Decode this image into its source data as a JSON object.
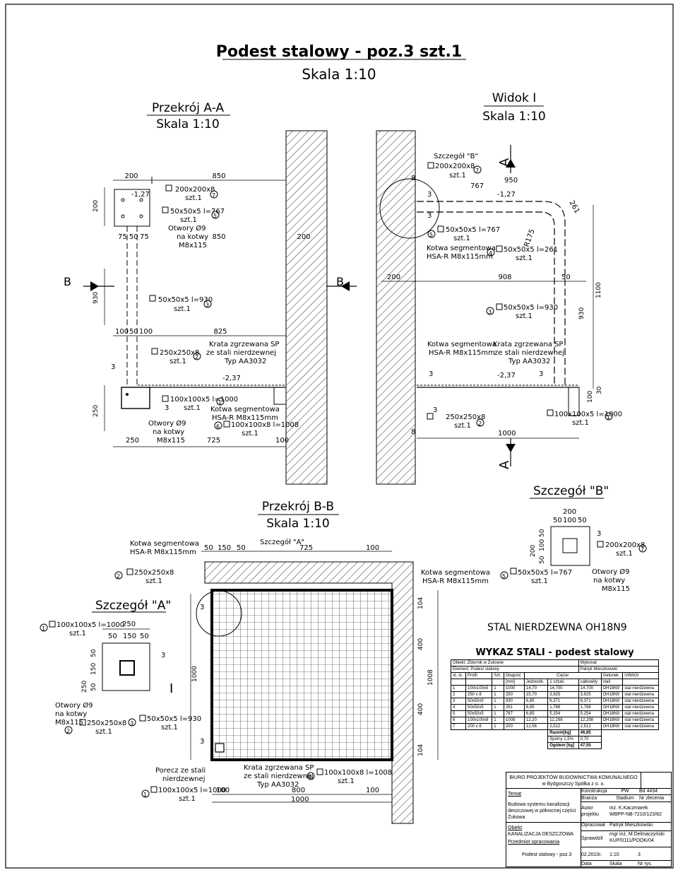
{
  "title": {
    "main": "Podest stalowy - poz.3 szt.1",
    "scale": "Skala 1:10"
  },
  "section_aa": {
    "title": "Przekrój A-A",
    "scale": "Skala 1:10"
  },
  "view_i": {
    "title": "Widok I",
    "scale": "Skala 1:10"
  },
  "section_bb": {
    "title": "Przekrój B-B",
    "scale": "Skala 1:10"
  },
  "detail_a": {
    "title": "Szczegół \"A\""
  },
  "detail_b": {
    "title": "Szczegół \"B\""
  },
  "material": "STAL NIERDZEWNA OH18N9",
  "labels": {
    "p200x200x8": "200x200x8",
    "szt1": "szt.1",
    "p50x767": "50x50x5 l=767",
    "otwory": "Otwory Ø9",
    "na_kotwy": "na kotwy",
    "m8x115": "M8x115",
    "p50x930": "50x50x5 l=930",
    "p250x250x8": "250x250x8",
    "krata1": "Krata zgrzewana SP",
    "krata2": "ze stali nierdzewnej",
    "krata3": "Typ AA3032",
    "p100x1000": "100x100x5 l=1000",
    "kotwa1": "Kotwa segmentowa",
    "kotwa2": "HSA-R M8x115mm",
    "p100x1008": "100x100x8 l=1008",
    "p50x261": "50x50x5 l=261",
    "szczegol_b": "Szczegół \"B\"",
    "szczegol_a": "Szczegół \"A\"",
    "porecz1": "Porecz ze stali",
    "porecz2": "nierdzewnej",
    "lvl127": "-1,27",
    "lvl237": "-2,37",
    "r175": "R175",
    "d261": "261"
  },
  "dims": {
    "d200": "200",
    "d850": "850",
    "d75": "75",
    "d50": "50",
    "d930": "930",
    "d100": "100",
    "d825": "825",
    "d250": "250",
    "d725": "725",
    "d950": "950",
    "d767": "767",
    "d908": "908",
    "d1100": "1100",
    "d1000": "1000",
    "d150": "150",
    "d104": "104",
    "d400": "400",
    "d1008": "1008",
    "d800": "800",
    "d30": "30"
  },
  "marks": {
    "m1": "1",
    "m2": "2",
    "m3": "3",
    "m4": "4",
    "m5": "5",
    "m6": "6",
    "m7": "7",
    "m8": "8",
    "A": "A",
    "B": "B",
    "I": "I"
  },
  "wykaz": {
    "title": "WYKAZ STALI - podest stalowy",
    "obiekt": "Obiekt: Zbiornik w Żukowie",
    "element": "Element: Podest stalowy",
    "wykonal": "Wykonał",
    "wykonal_name": "Patryk Mieszkowski",
    "headers": [
      "st. st.",
      "Profil",
      "Szt.",
      "Długość",
      "Ciężar",
      "Gatunek",
      "UWAGI"
    ],
    "subheaders": [
      "[mm]",
      "Jednostk.",
      "1 sztuki",
      "całkowity",
      "stali"
    ],
    "rows": [
      [
        "1",
        "100x100x5",
        "1",
        "1000",
        "14,70",
        "14,700",
        "14,700",
        "OH18N9",
        "stal nierdzewna"
      ],
      [
        "2",
        "250 x 8",
        "1",
        "250",
        "15,70",
        "3,925",
        "3,925",
        "OH18N9",
        "stal nierdzewna"
      ],
      [
        "3",
        "50x50x5",
        "1",
        "930",
        "6,85",
        "6,371",
        "6,371",
        "OH18N9",
        "stal nierdzewna"
      ],
      [
        "4",
        "50x50x5",
        "1",
        "261",
        "6,85",
        "1,788",
        "1,788",
        "OH18N9",
        "stal nierdzewna"
      ],
      [
        "5",
        "50x50x5",
        "1",
        "767",
        "6,85",
        "5,254",
        "5,254",
        "OH18N9",
        "stal nierdzewna"
      ],
      [
        "6",
        "100x100x8",
        "1",
        "1008",
        "12,20",
        "12,298",
        "12,298",
        "OH18N9",
        "stal nierdzewna"
      ],
      [
        "7",
        "200 x 8",
        "1",
        "200",
        "12,56",
        "2,512",
        "2,512",
        "OH18N9",
        "stal nierdzewna"
      ]
    ],
    "razem_label": "Razem[kg]",
    "razem": "46,85",
    "spoiny_label": "Spoiny 1,5%",
    "spoiny": "0,70",
    "ogolem_label": "Ogółem [kg]",
    "ogolem": "47,55"
  },
  "titleblock": {
    "biuro1": "BIURO PROJEKTÓW BUDOWNICTWA KOMUNALNEGO",
    "biuro2": "w Bydgoszczy Spółka z o. o.",
    "temat_label": "Temat",
    "temat": "Budowa systemu kanalizacji deszczowej w północnej części Żukowa",
    "konstrukcja": "Konstrukcja",
    "pw": "PW",
    "bd": "Bd 4434",
    "branza": "Branża",
    "stadium": "Stadium",
    "nr_zlecenia": "Nr zlecenia",
    "autor": "Autor projektu",
    "autor_name": "inż. K.Kaczmarek",
    "autor_nr": "WBPP-NB-7210/123/82",
    "obiekt_label": "Obiekt",
    "obiekt": "KANALIZACJA DESZCZOWA",
    "opracowal": "Opracował",
    "opracowal_name": "Patryk Mieszkowski",
    "sprawdzil": "Sprawdził",
    "sprawdzil_name": "mgr inż. M.Delmaczyński",
    "sprawdzil_nr": "KUP/0111/POOK/04",
    "przedmiot_label": "Przedmiot opracowania",
    "przedmiot": "Podest stalowy - poz.3",
    "data": "02.2010r.",
    "skala": "1:10",
    "nr": "3",
    "data_l": "Data",
    "skala_l": "Skala",
    "nr_l": "Nr rys."
  }
}
